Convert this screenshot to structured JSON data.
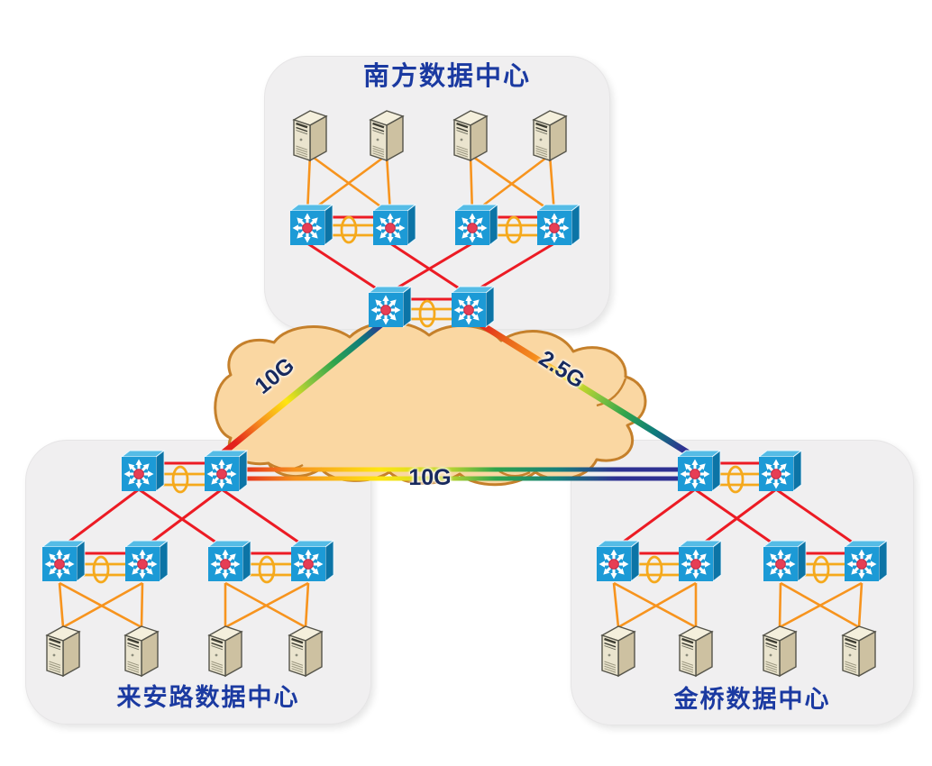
{
  "diagram": {
    "type": "network-topology",
    "datacenters": [
      {
        "name": "南方数据中心",
        "position": "top",
        "servers": 4,
        "access_switches": 4,
        "core_switches": 2
      },
      {
        "name": "来安路数据中心",
        "position": "bottom-left",
        "servers": 4,
        "access_switches": 4,
        "core_switches": 2
      },
      {
        "name": "金桥数据中心",
        "position": "bottom-right",
        "servers": 4,
        "access_switches": 4,
        "core_switches": 2
      }
    ],
    "wan_links": [
      {
        "from": "南方数据中心",
        "to": "来安路数据中心",
        "bandwidth": "10G",
        "style": "rainbow-gradient"
      },
      {
        "from": "南方数据中心",
        "to": "金桥数据中心",
        "bandwidth": "2.5G",
        "style": "rainbow-gradient"
      },
      {
        "from": "来安路数据中心",
        "to": "金桥数据中心",
        "bandwidth": "10G",
        "style": "double-rainbow-gradient"
      }
    ],
    "intra_links": {
      "server_to_access": "orange-cross",
      "access_to_core": "red-cross",
      "pair_bundle": "red-line + double-yellow-with-ellipse"
    },
    "icons": {
      "switch": "blue-cube-8-spoke-star-switch-icon",
      "server": "beige-tower-server-icon",
      "wan": "orange-cloud"
    },
    "colors": {
      "title_text": "#1B3AA1",
      "label_text": "#182A5E",
      "panel_bg": "#F0EFF0",
      "cloud_fill": "#FAD7A2",
      "cloud_stroke": "#C5802B",
      "link_red": "#EC1B24",
      "link_orange": "#F7941E",
      "link_yellow": "#F5A91C",
      "switch_blue": "#1C9AD6",
      "switch_dot": "#E63E55",
      "server_beige": "#EAE4CE"
    }
  }
}
